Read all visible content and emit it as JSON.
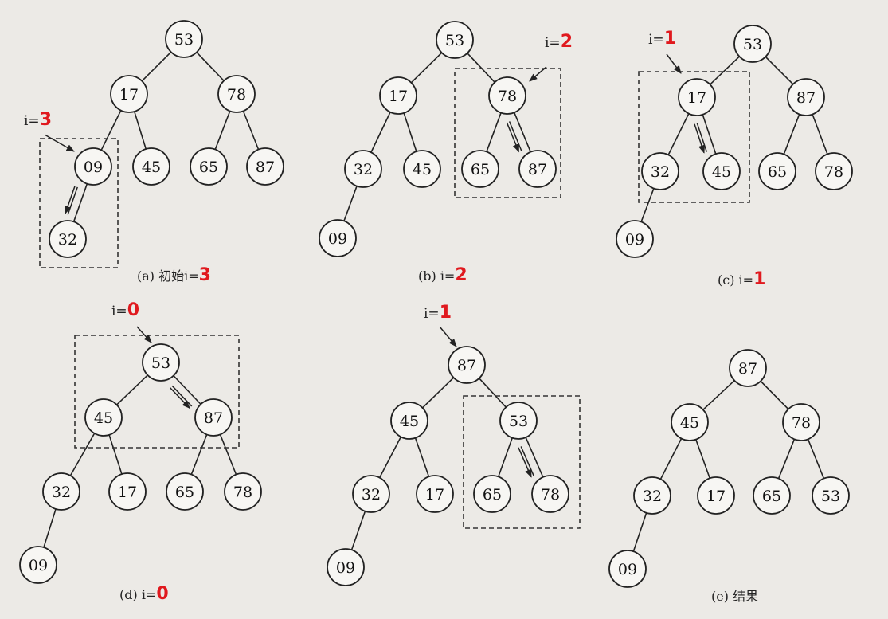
{
  "colors": {
    "annotation": "#e0191e",
    "ink": "#222222",
    "node_fill": "#f7f6f3"
  },
  "panels": [
    {
      "id": "a",
      "caption": "(a) 初始i=",
      "caption_mark": "3",
      "i_label": "i=",
      "i_mark": "3",
      "nodes": [
        "53",
        "17",
        "78",
        "09",
        "45",
        "65",
        "87",
        "32"
      ]
    },
    {
      "id": "b",
      "caption": "(b) i=",
      "caption_mark": "2",
      "i_label": "i=",
      "i_mark": "2",
      "nodes": [
        "53",
        "17",
        "78",
        "32",
        "45",
        "65",
        "87",
        "09"
      ]
    },
    {
      "id": "c",
      "caption": "(c) i=",
      "caption_mark": "1",
      "i_label": "i=",
      "i_mark": "1",
      "nodes": [
        "53",
        "17",
        "87",
        "32",
        "45",
        "65",
        "78",
        "09"
      ]
    },
    {
      "id": "d",
      "caption": "(d) i=",
      "caption_mark": "0",
      "i_label": "i=",
      "i_mark": "0",
      "nodes": [
        "53",
        "45",
        "87",
        "32",
        "17",
        "65",
        "78",
        "09"
      ]
    },
    {
      "id": "e1",
      "caption": "",
      "caption_mark": "",
      "i_label": "i=",
      "i_mark": "1",
      "nodes": [
        "87",
        "45",
        "53",
        "32",
        "17",
        "65",
        "78",
        "09"
      ]
    },
    {
      "id": "e",
      "caption": "(e) 结果",
      "caption_mark": "",
      "i_label": "",
      "i_mark": "",
      "nodes": [
        "87",
        "45",
        "78",
        "32",
        "17",
        "65",
        "53",
        "09"
      ]
    }
  ]
}
